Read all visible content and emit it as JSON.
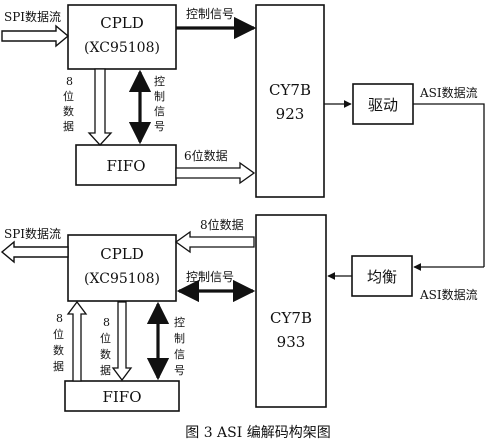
{
  "blocks": {
    "cpld_top": {
      "line1": "CPLD",
      "line2": "(XC95108)"
    },
    "fifo_top": {
      "label": "FIFO"
    },
    "cy7b923": {
      "line1": "CY7B",
      "line2": "923"
    },
    "driver": {
      "label": "驱动"
    },
    "cpld_bottom": {
      "line1": "CPLD",
      "line2": "(XC95108)"
    },
    "fifo_bottom": {
      "label": "FIFO"
    },
    "cy7b933": {
      "line1": "CY7B",
      "line2": "933"
    },
    "equalizer": {
      "label": "均衡"
    }
  },
  "labels": {
    "spi_in": "SPI数据流",
    "ctrl_top": "控制信号",
    "eight_bit_top_v": [
      "8",
      "位",
      "数",
      "据"
    ],
    "ctrl_top_v": [
      "控",
      "制",
      "信",
      "号"
    ],
    "six_bit": "6位数据",
    "asi_out": "ASI数据流",
    "eight_bit_mid": "8位数据",
    "spi_out": "SPI数据流",
    "ctrl_bottom": "控制信号",
    "asi_in": "ASI数据流",
    "eight_bit_bl_v": [
      "8",
      "位",
      "数",
      "据"
    ],
    "eight_bit_bm_v": [
      "8",
      "位",
      "数",
      "据"
    ],
    "ctrl_bottom_v": [
      "控",
      "制",
      "信",
      "号"
    ]
  },
  "caption": "图 3  ASI 编解码构架图"
}
